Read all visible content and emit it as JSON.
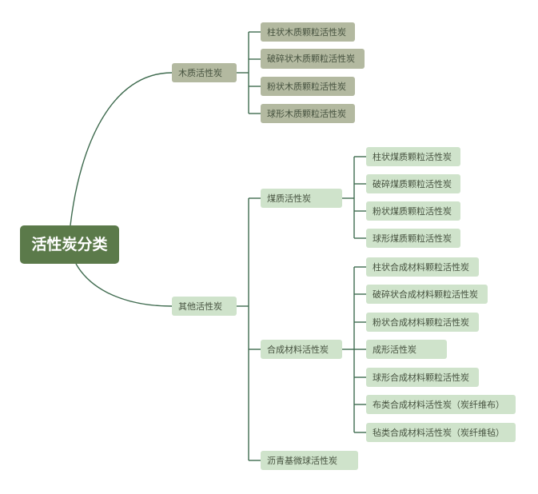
{
  "root": "活性炭分类",
  "wood": {
    "label": "木质活性炭",
    "children": [
      "柱状木质颗粒活性炭",
      "破碎状木质颗粒活性炭",
      "粉状木质颗粒活性炭",
      "球形木质颗粒活性炭"
    ]
  },
  "other": {
    "label": "其他活性炭",
    "coal": {
      "label": "煤质活性炭",
      "children": [
        "柱状煤质颗粒活性炭",
        "破碎煤质颗粒活性炭",
        "粉状煤质颗粒活性炭",
        "球形煤质颗粒活性炭"
      ]
    },
    "synthetic": {
      "label": "合成材料活性炭",
      "children": [
        "柱状合成材料颗粒活性炭",
        "破碎状合成材料颗粒活性炭",
        "粉状合成材料颗粒活性炭",
        "成形活性炭",
        "球形合成材料颗粒活性炭",
        "布类合成材料活性炭（炭纤维布）",
        "毡类合成材料活性炭（炭纤维毡）"
      ]
    },
    "pitch": {
      "label": "沥青基微球活性炭"
    }
  },
  "colors": {
    "line": "#3f6b4f",
    "root": "#5b7a4a",
    "wood_node": "#b3b9a0",
    "other_node": "#cfe3cb"
  }
}
